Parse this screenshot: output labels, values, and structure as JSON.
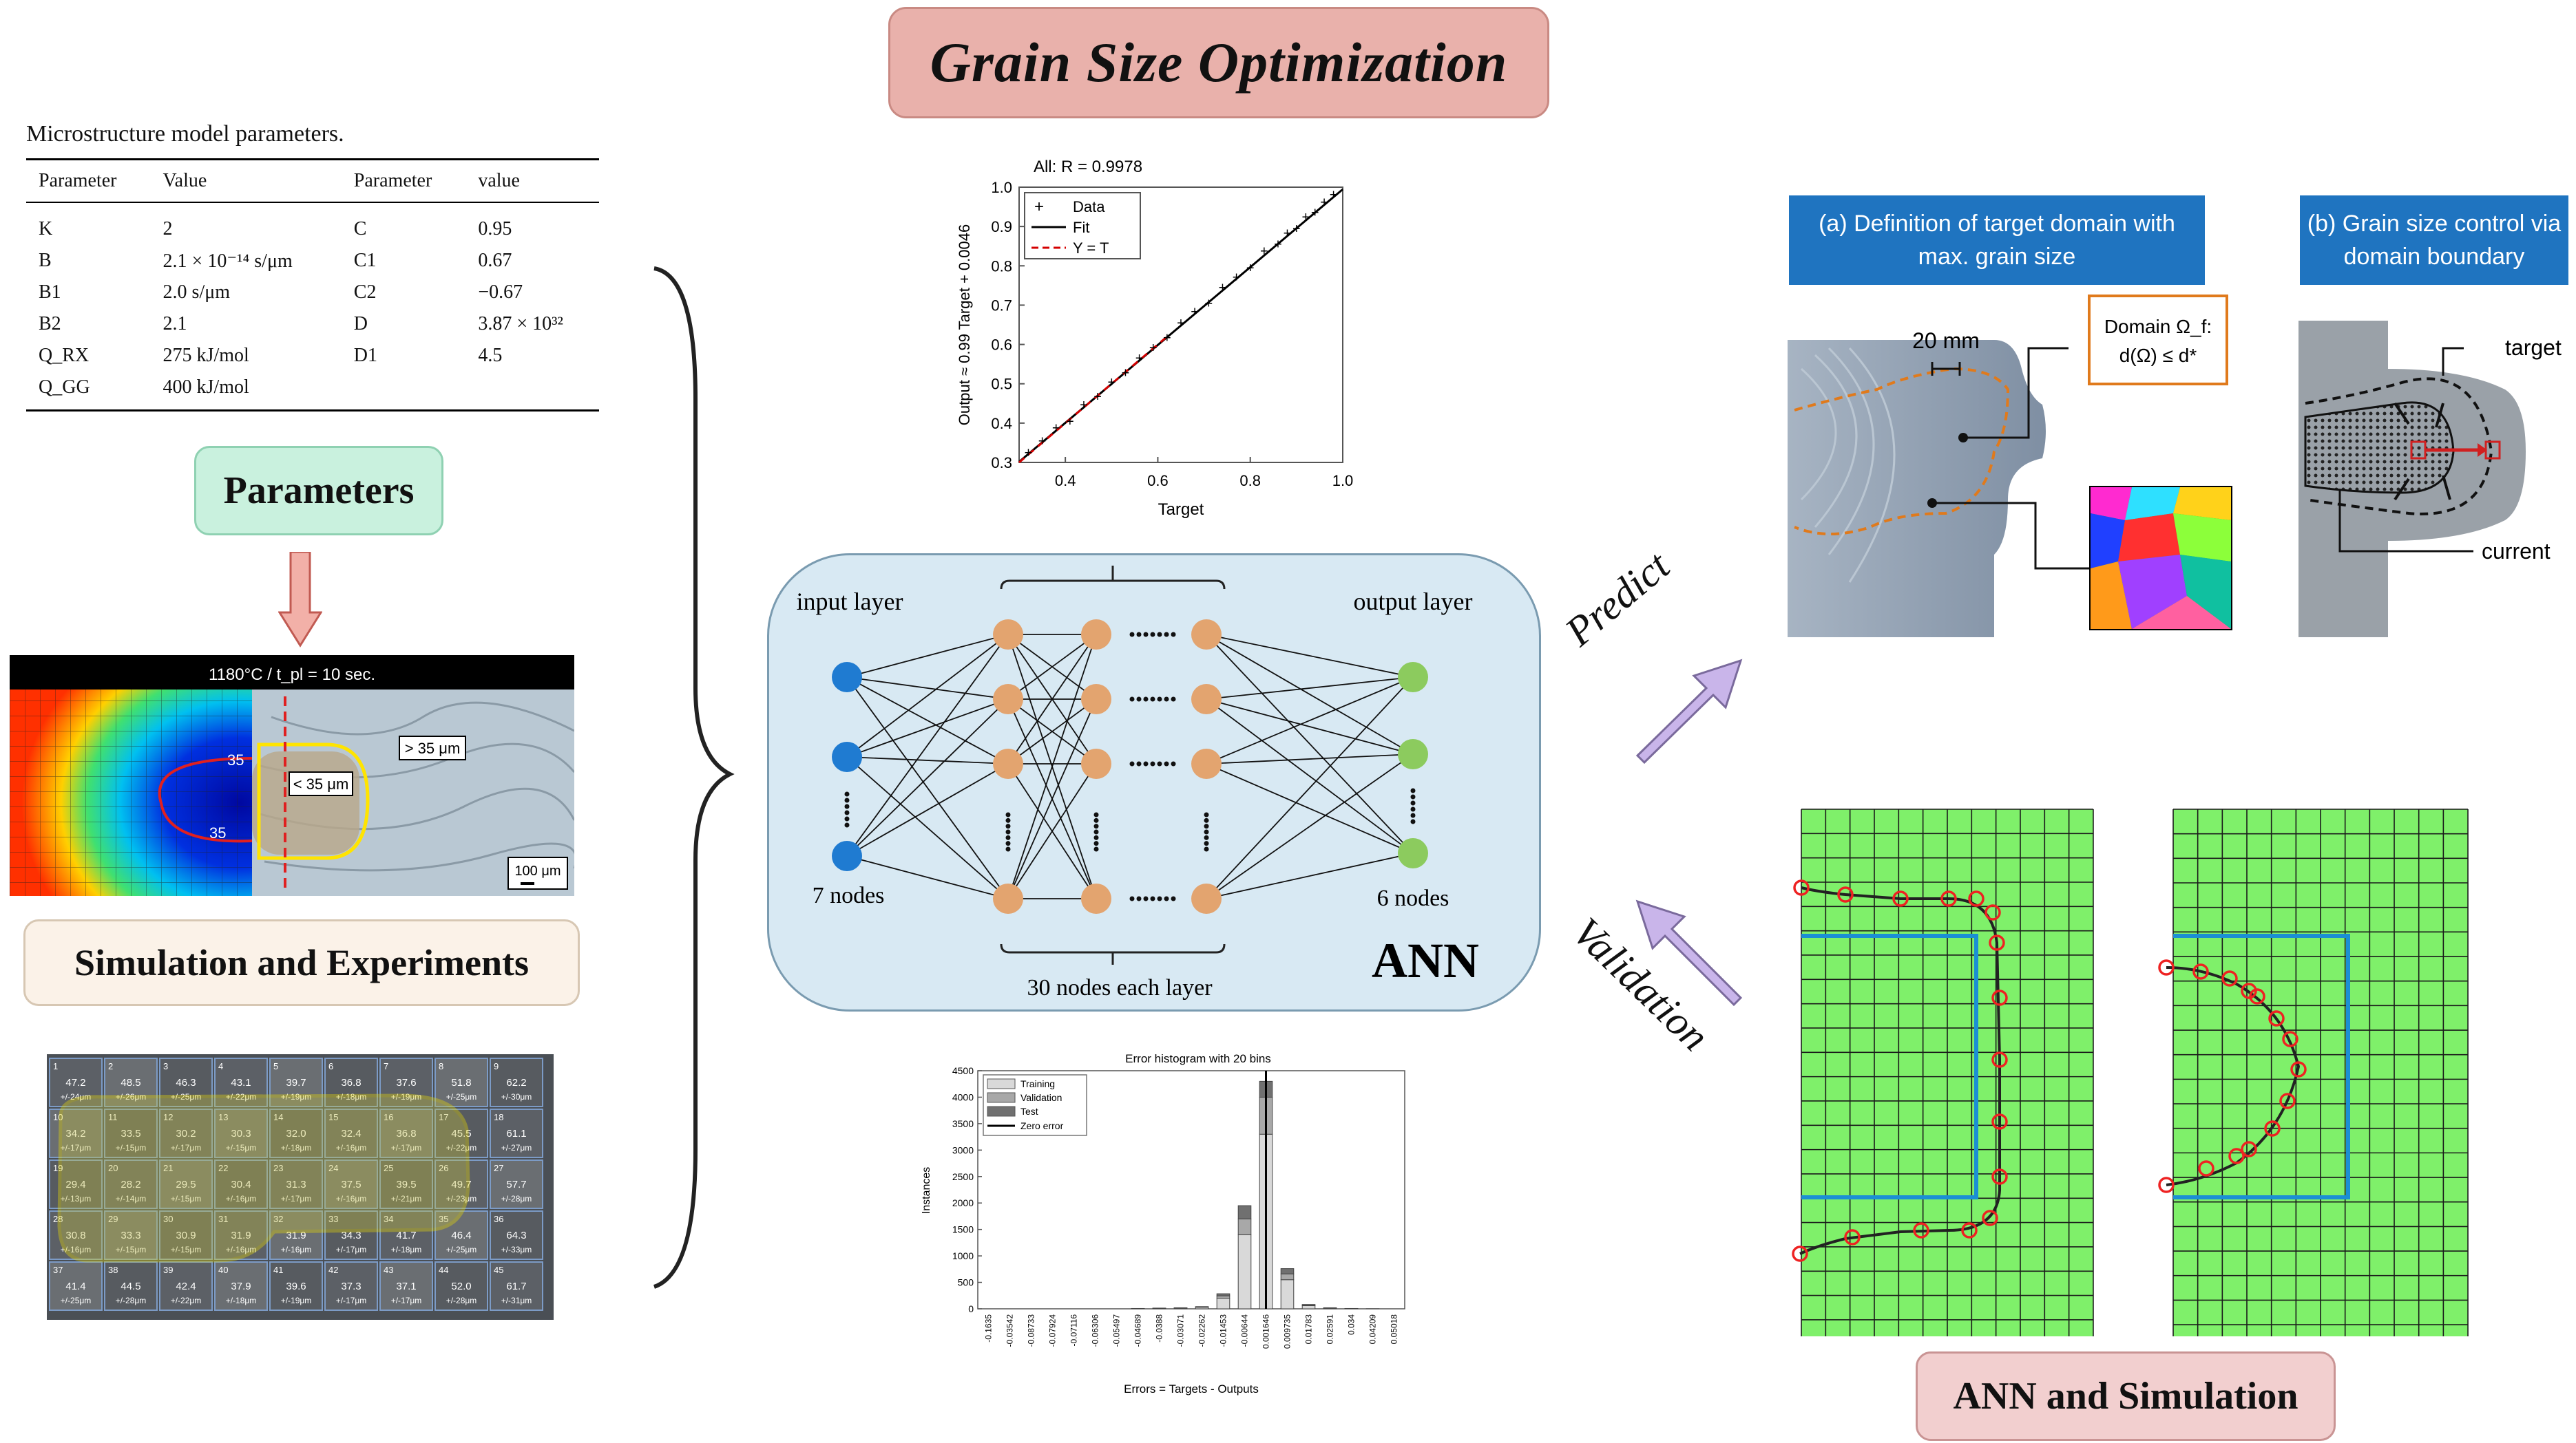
{
  "title": "Grain Size Optimization",
  "params": {
    "caption": "Microstructure model parameters.",
    "headers": [
      "Parameter",
      "Value",
      "Parameter",
      "value"
    ],
    "rows": [
      [
        "K",
        "2",
        "C",
        "0.95"
      ],
      [
        "B",
        "2.1 × 10⁻¹⁴ s/μm",
        "C1",
        "0.67"
      ],
      [
        "B1",
        "2.0 s/μm",
        "C2",
        "−0.67"
      ],
      [
        "B2",
        "2.1",
        "D",
        "3.87 × 10³²"
      ],
      [
        "Q_RX",
        "275 kJ/mol",
        "D1",
        "4.5"
      ],
      [
        "Q_GG",
        "400 kJ/mol",
        "",
        ""
      ]
    ]
  },
  "labels": {
    "parameters": "Parameters",
    "simulation": "Simulation and Experiments",
    "ann_sim": "ANN and Simulation",
    "predict": "Predict",
    "validation": "Validation"
  },
  "sim_image": {
    "header": "1180°C / t_pl = 10 sec.",
    "contour_top": "35",
    "contour_bottom": "35",
    "lt_label": "< 35 μm",
    "gt_label": "> 35 μm",
    "scale": "100 μm"
  },
  "ann": {
    "input_label": "input layer",
    "output_label": "output layer",
    "input_nodes": "7 nodes",
    "output_nodes": "6 nodes",
    "hidden_nodes": "30 nodes each layer",
    "name": "ANN",
    "colors": {
      "input": "#1f7bd1",
      "hidden": "#e3a46f",
      "output": "#8ccb5e"
    }
  },
  "regression": {
    "title": "All: R = 0.9978",
    "ylabel": "Output ≈ 0.99 Target + 0.0046",
    "xlabel": "Target",
    "legend": [
      "Data",
      "Fit",
      "Y = T"
    ]
  },
  "histogram": {
    "title": "Error histogram with 20 bins",
    "ylabel": "Instances",
    "xlabel": "Errors = Targets - Outputs",
    "legend": [
      "Training",
      "Validation",
      "Test",
      "Zero error"
    ]
  },
  "chart_data": [
    {
      "type": "scatter",
      "title": "All: R = 0.9978",
      "xlabel": "Target",
      "ylabel": "Output ≈ 0.99 Target + 0.0046",
      "xlim": [
        0.3,
        1.0
      ],
      "ylim": [
        0.3,
        1.0
      ],
      "xticks": [
        "0.4",
        "0.6",
        "0.8",
        "1.0"
      ],
      "yticks": [
        "0.3",
        "0.4",
        "0.5",
        "0.6",
        "0.7",
        "0.8",
        "0.9",
        "1.0"
      ],
      "legend_entries": [
        "Data",
        "Fit",
        "Y = T"
      ],
      "legend_position": "top-left",
      "fit": {
        "slope": 0.99,
        "intercept": 0.0046
      },
      "x": [
        0.32,
        0.35,
        0.38,
        0.41,
        0.44,
        0.47,
        0.5,
        0.53,
        0.56,
        0.59,
        0.62,
        0.65,
        0.68,
        0.71,
        0.74,
        0.77,
        0.8,
        0.83,
        0.86,
        0.88,
        0.9,
        0.92,
        0.94,
        0.96,
        0.98
      ],
      "y": [
        0.325,
        0.355,
        0.388,
        0.405,
        0.447,
        0.468,
        0.505,
        0.528,
        0.566,
        0.592,
        0.618,
        0.655,
        0.684,
        0.705,
        0.745,
        0.772,
        0.795,
        0.838,
        0.856,
        0.884,
        0.895,
        0.925,
        0.936,
        0.962,
        0.982
      ]
    },
    {
      "type": "bar",
      "title": "Error histogram with 20 bins",
      "xlabel": "Errors = Targets - Outputs",
      "ylabel": "Instances",
      "ylim": [
        0,
        4500
      ],
      "yticks": [
        "0",
        "500",
        "1000",
        "1500",
        "2000",
        "2500",
        "3000",
        "3500",
        "4000",
        "4500"
      ],
      "legend_entries": [
        "Training",
        "Validation",
        "Test",
        "Zero error"
      ],
      "legend_position": "top-left",
      "categories": [
        "-0.1635",
        "-0.03542",
        "-0.08733",
        "-0.07924",
        "-0.07116",
        "-0.06306",
        "-0.05497",
        "-0.04689",
        "-0.0388",
        "-0.03071",
        "-0.02262",
        "-0.01453",
        "-0.00644",
        "0.001646",
        "0.009735",
        "0.01783",
        "0.02591",
        "0.034",
        "0.04209",
        "0.05018"
      ],
      "series": [
        {
          "name": "Training",
          "values": [
            0,
            0,
            0,
            0,
            0,
            0,
            0,
            5,
            10,
            15,
            30,
            200,
            1400,
            3300,
            550,
            60,
            15,
            5,
            2,
            0
          ]
        },
        {
          "name": "Validation",
          "values": [
            0,
            0,
            0,
            0,
            0,
            0,
            0,
            1,
            2,
            3,
            6,
            45,
            300,
            700,
            110,
            12,
            3,
            1,
            0,
            0
          ]
        },
        {
          "name": "Test",
          "values": [
            0,
            0,
            0,
            0,
            0,
            0,
            0,
            1,
            2,
            2,
            6,
            40,
            250,
            300,
            100,
            10,
            2,
            1,
            0,
            0
          ]
        }
      ],
      "zero_error_category": "0.001646"
    }
  ],
  "panel_a": {
    "header": "(a) Definition of target domain with max. grain size",
    "scale": "20 mm",
    "domain_line1": "Domain Ω_f:",
    "domain_line2": "d(Ω) ≤ d*"
  },
  "panel_b": {
    "header": "(b) Grain size control via domain boundary",
    "target": "target",
    "current": "current"
  },
  "grid_cells": [
    [
      "1",
      "47.2",
      "+/-24μm"
    ],
    [
      "2",
      "48.5",
      "+/-26μm"
    ],
    [
      "3",
      "46.3",
      "+/-25μm"
    ],
    [
      "4",
      "43.1",
      "+/-22μm"
    ],
    [
      "5",
      "39.7",
      "+/-19μm"
    ],
    [
      "6",
      "36.8",
      "+/-18μm"
    ],
    [
      "7",
      "37.6",
      "+/-19μm"
    ],
    [
      "8",
      "51.8",
      "+/-25μm"
    ],
    [
      "9",
      "62.2",
      "+/-30μm"
    ],
    [
      "10",
      "34.2",
      "+/-17μm"
    ],
    [
      "11",
      "33.5",
      "+/-15μm"
    ],
    [
      "12",
      "30.2",
      "+/-17μm"
    ],
    [
      "13",
      "30.3",
      "+/-15μm"
    ],
    [
      "14",
      "32.0",
      "+/-18μm"
    ],
    [
      "15",
      "32.4",
      "+/-16μm"
    ],
    [
      "16",
      "36.8",
      "+/-17μm"
    ],
    [
      "17",
      "45.5",
      "+/-22μm"
    ],
    [
      "18",
      "61.1",
      "+/-27μm"
    ],
    [
      "19",
      "29.4",
      "+/-13μm"
    ],
    [
      "20",
      "28.2",
      "+/-14μm"
    ],
    [
      "21",
      "29.5",
      "+/-15μm"
    ],
    [
      "22",
      "30.4",
      "+/-16μm"
    ],
    [
      "23",
      "31.3",
      "+/-17μm"
    ],
    [
      "24",
      "37.5",
      "+/-16μm"
    ],
    [
      "25",
      "39.5",
      "+/-21μm"
    ],
    [
      "26",
      "49.7",
      "+/-23μm"
    ],
    [
      "27",
      "57.7",
      "+/-28μm"
    ],
    [
      "28",
      "30.8",
      "+/-16μm"
    ],
    [
      "29",
      "33.3",
      "+/-15μm"
    ],
    [
      "30",
      "30.9",
      "+/-15μm"
    ],
    [
      "31",
      "31.9",
      "+/-16μm"
    ],
    [
      "32",
      "31.9",
      "+/-16μm"
    ],
    [
      "33",
      "34.3",
      "+/-17μm"
    ],
    [
      "34",
      "41.7",
      "+/-18μm"
    ],
    [
      "35",
      "46.4",
      "+/-25μm"
    ],
    [
      "36",
      "64.3",
      "+/-33μm"
    ],
    [
      "37",
      "41.4",
      "+/-25μm"
    ],
    [
      "38",
      "44.5",
      "+/-28μm"
    ],
    [
      "39",
      "42.4",
      "+/-22μm"
    ],
    [
      "40",
      "37.9",
      "+/-18μm"
    ],
    [
      "41",
      "39.6",
      "+/-19μm"
    ],
    [
      "42",
      "37.3",
      "+/-17μm"
    ],
    [
      "43",
      "37.1",
      "+/-17μm"
    ],
    [
      "44",
      "52.0",
      "+/-28μm"
    ],
    [
      "45",
      "61.7",
      "+/-31μm"
    ]
  ]
}
